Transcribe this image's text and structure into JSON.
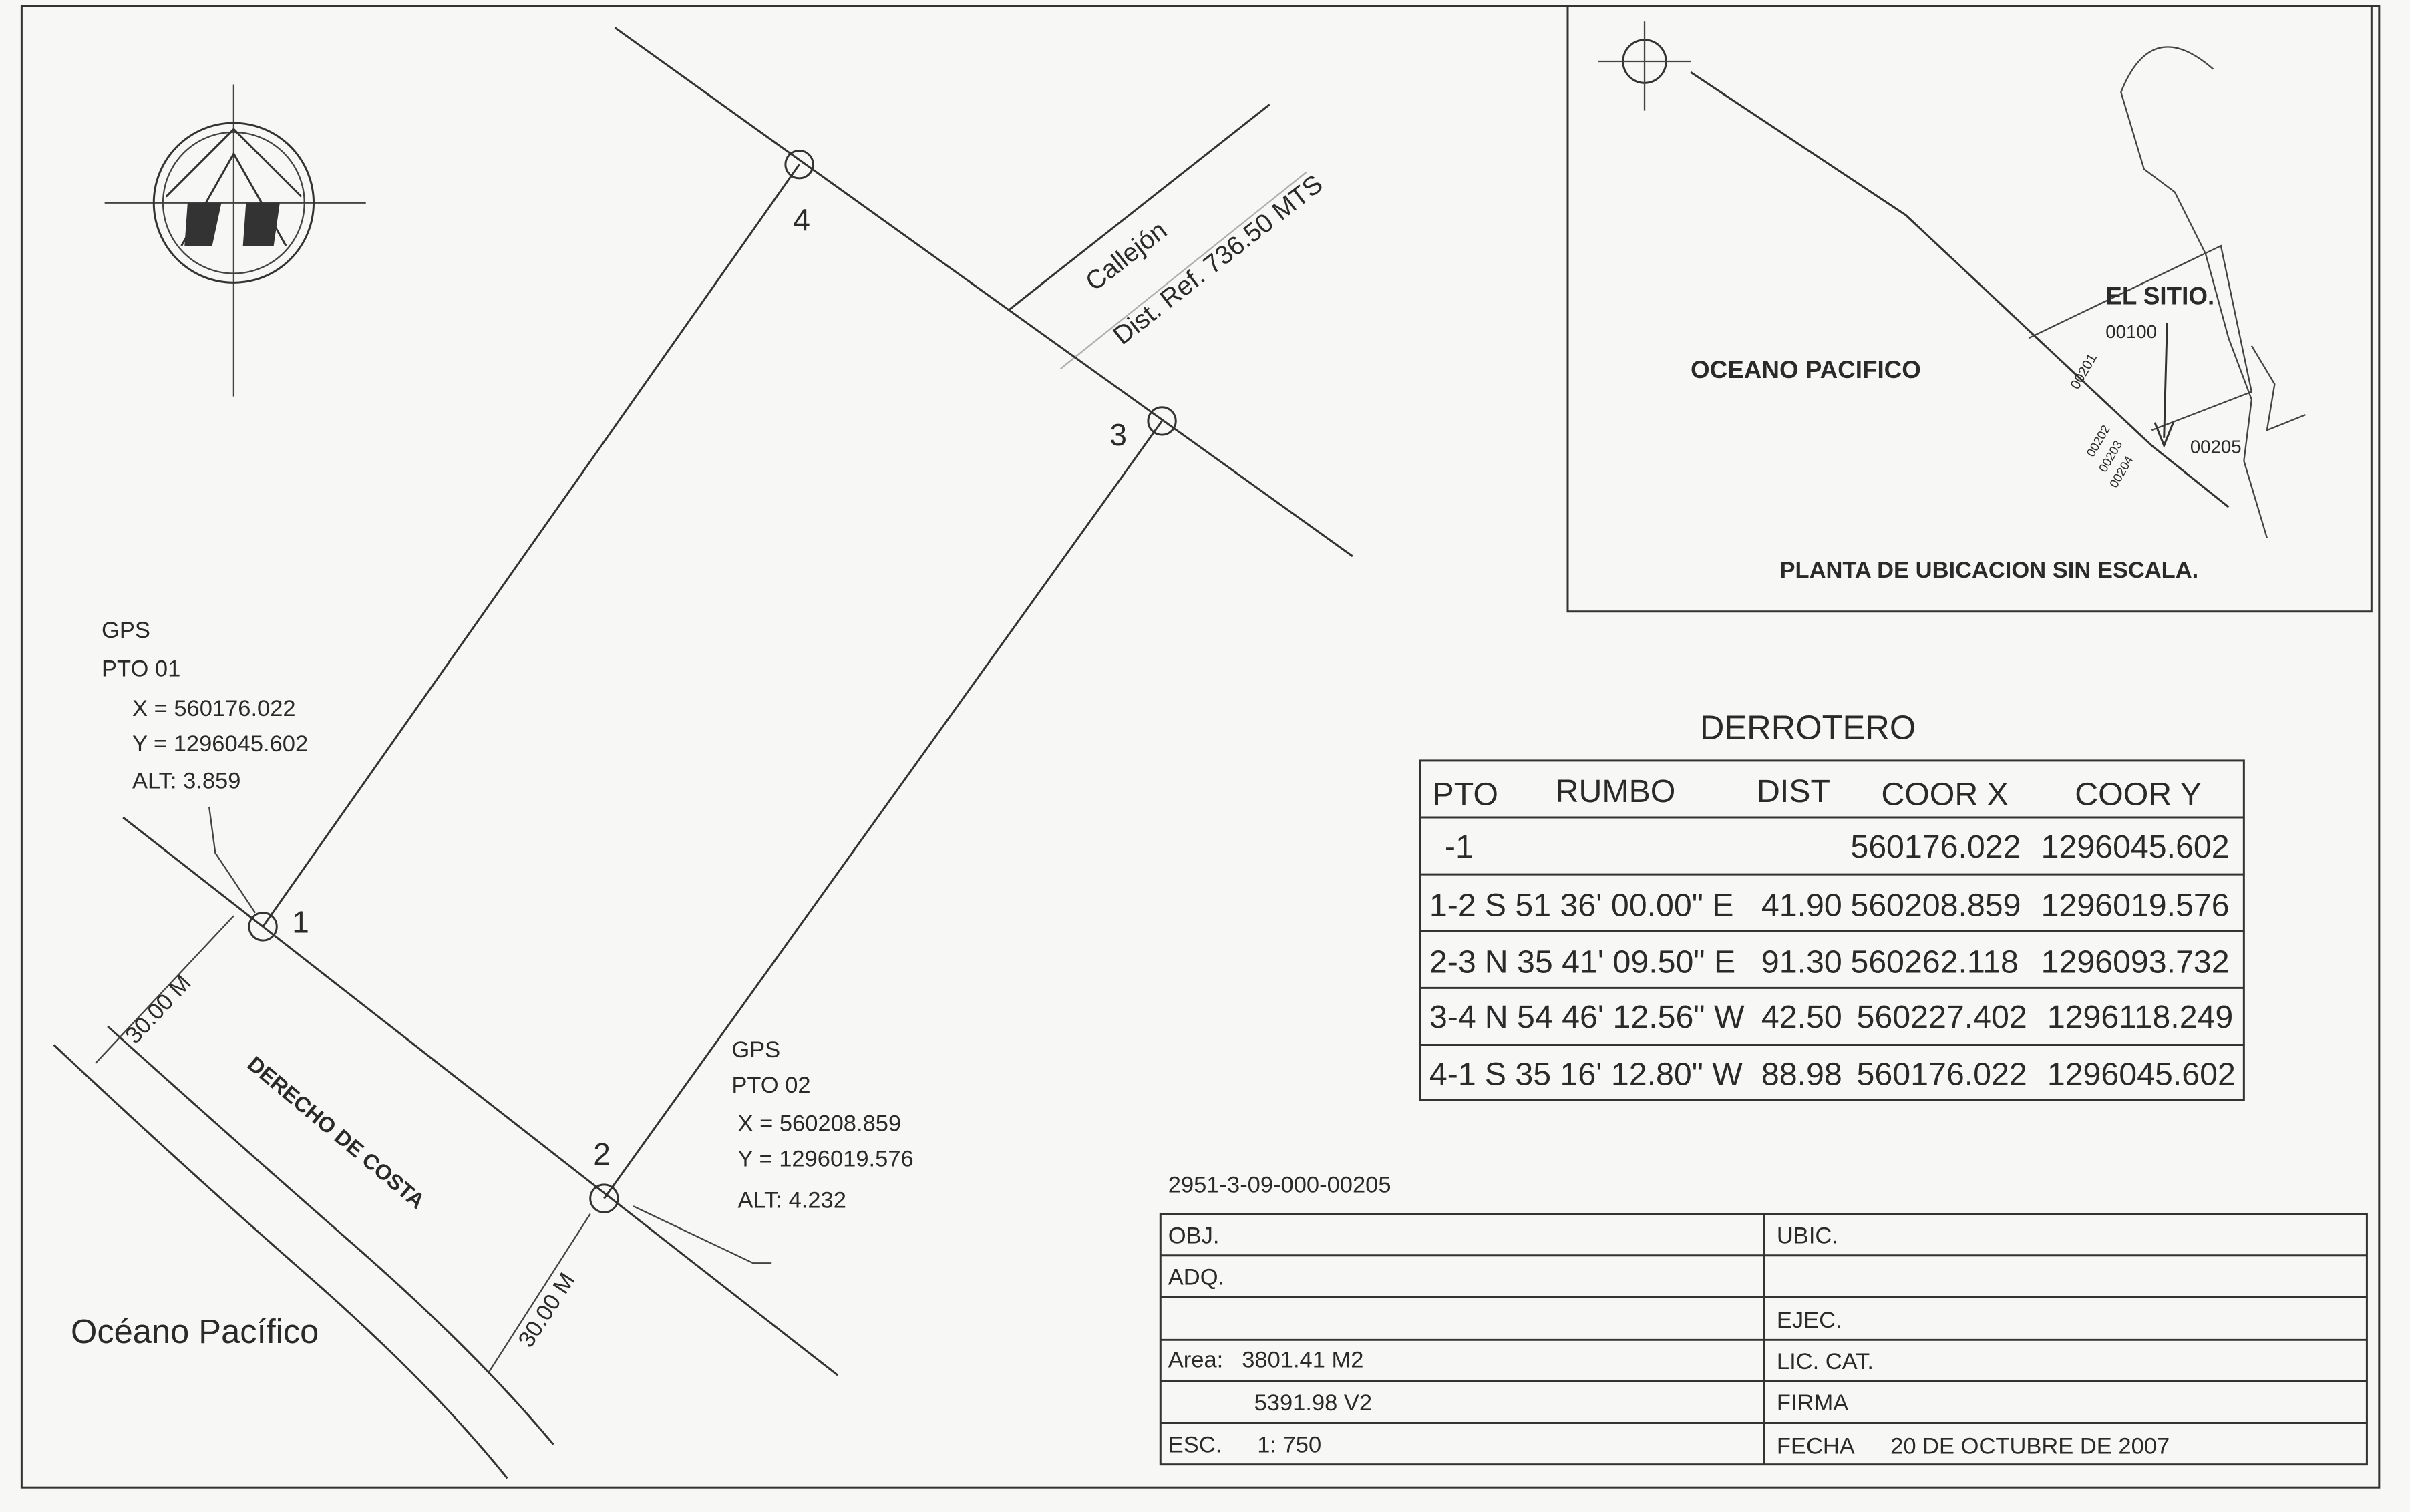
{
  "plan": {
    "callejon_label": "Callejón",
    "dist_ref_label": "Dist. Ref. 736.50 MTS",
    "points": [
      {
        "id": "1",
        "label": "1"
      },
      {
        "id": "2",
        "label": "2"
      },
      {
        "id": "3",
        "label": "3"
      },
      {
        "id": "4",
        "label": "4"
      }
    ],
    "gps1": {
      "title": "GPS",
      "pto": "PTO 01",
      "x": "X = 560176.022",
      "y": "Y = 1296045.602",
      "alt": "ALT: 3.859"
    },
    "gps2": {
      "title": "GPS",
      "pto": "PTO 02",
      "x": "X = 560208.859",
      "y": "Y = 1296019.576",
      "alt": "ALT: 4.232"
    },
    "offset_1": "30.00 M",
    "offset_2": "30.00 M",
    "derecho_costa": "DERECHO DE COSTA",
    "ocean_label": "Océano Pacífico"
  },
  "inset": {
    "ocean": "OCEANO PACIFICO",
    "el_sitio": "EL SITIO.",
    "lots": [
      "00100",
      "00201",
      "00202",
      "00203",
      "00204",
      "00205"
    ],
    "caption": "PLANTA DE UBICACION SIN ESCALA."
  },
  "derrotero": {
    "title": "DERROTERO",
    "headers": [
      "PTO",
      "RUMBO",
      "DIST",
      "COOR X",
      "COOR Y"
    ],
    "rows": [
      {
        "pto": "-1",
        "rumbo": "",
        "dist": "",
        "x": "560176.022",
        "y": "1296045.602"
      },
      {
        "pto": "1-2",
        "rumbo": "S 51 36' 00.00\" E",
        "dist": "41.90",
        "x": "560208.859",
        "y": "1296019.576"
      },
      {
        "pto": "2-3",
        "rumbo": "N 35 41' 09.50\" E",
        "dist": "91.30",
        "x": "560262.118",
        "y": "1296093.732"
      },
      {
        "pto": "3-4",
        "rumbo": "N 54 46' 12.56\" W",
        "dist": "42.50",
        "x": "560227.402",
        "y": "1296118.249"
      },
      {
        "pto": "4-1",
        "rumbo": "S 35 16' 12.80\" W",
        "dist": "88.98",
        "x": "560176.022",
        "y": "1296045.602"
      }
    ]
  },
  "title_block": {
    "code": "2951-3-09-000-00205",
    "obj": "OBJ.",
    "ubic": "UBIC.",
    "adq": "ADQ.",
    "ejec": "EJEC.",
    "area_label": "Area:",
    "area_m2": "3801.41 M2",
    "area_v2": "5391.98 V2",
    "lic_cat": "LIC. CAT.",
    "firma": "FIRMA",
    "esc_label": "ESC.",
    "esc_value": "1: 750",
    "fecha_label": "FECHA",
    "fecha_value": "20 DE OCTUBRE DE 2007"
  }
}
